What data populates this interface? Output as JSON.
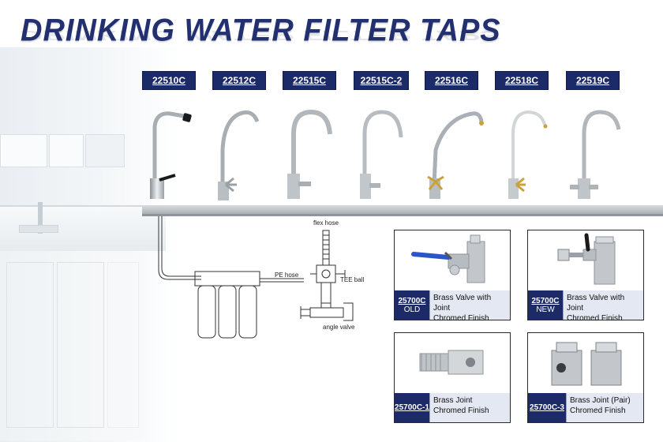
{
  "title": "DRINKING WATER FILTER TAPS",
  "models": [
    "22510C",
    "22512C",
    "22515C",
    "22515C-2",
    "22516C",
    "22518C",
    "22519C"
  ],
  "diagram": {
    "flex_hose": "flex hose",
    "pe_hose": "PE hose",
    "tee_ball": "TEE ball",
    "angle_valve": "angle valve"
  },
  "products": [
    {
      "code": "25700C",
      "sub": "OLD",
      "line1": "Brass Valve with Joint",
      "line2": "Chromed Finish"
    },
    {
      "code": "25700C",
      "sub": "NEW",
      "line1": "Brass Valve with Joint",
      "line2": "Chromed Finish"
    },
    {
      "code": "25700C-1",
      "sub": "",
      "line1": "Brass Joint",
      "line2": "Chromed Finish"
    },
    {
      "code": "25700C-3",
      "sub": "",
      "line1": "Brass Joint (Pair)",
      "line2": "Chromed Finish"
    }
  ],
  "colors": {
    "navy": "#1c2b67",
    "title": "#23306f",
    "chrome": "#b9bec2",
    "gold": "#c9a23a",
    "valve_blue": "#2a56c9"
  }
}
